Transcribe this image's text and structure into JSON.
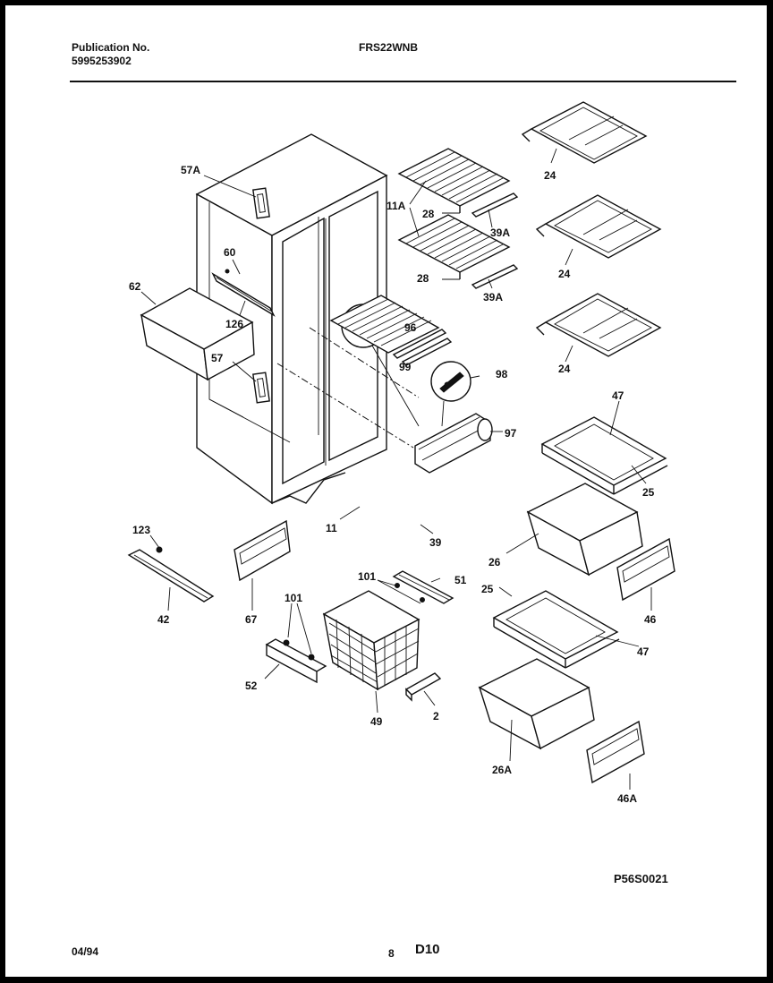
{
  "header": {
    "publication_label": "Publication No.",
    "publication_number": "5995253902",
    "model": "FRS22WNB"
  },
  "footer": {
    "date": "04/94",
    "page": "8",
    "section": "D10",
    "drawing_code": "P56S0021"
  },
  "callouts": {
    "c57A": "57A",
    "c60": "60",
    "c126": "126",
    "c57": "57",
    "c11A": "11A",
    "c28a": "28",
    "c39Aa": "39A",
    "c28b": "28",
    "c39Ab": "39A",
    "c96": "96",
    "c99": "99",
    "c98": "98",
    "c97": "97",
    "c24a": "24",
    "c24b": "24",
    "c24c": "24",
    "c47a": "47",
    "c25a": "25",
    "c26": "26",
    "c46": "46",
    "c25b": "25",
    "c47b": "47",
    "c26A": "26A",
    "c46A": "46A",
    "c62": "62",
    "c123": "123",
    "c42": "42",
    "c67": "67",
    "c11": "11",
    "c39": "39",
    "c101a": "101",
    "c51": "51",
    "c101b": "101",
    "c52": "52",
    "c49": "49",
    "c2": "2"
  }
}
